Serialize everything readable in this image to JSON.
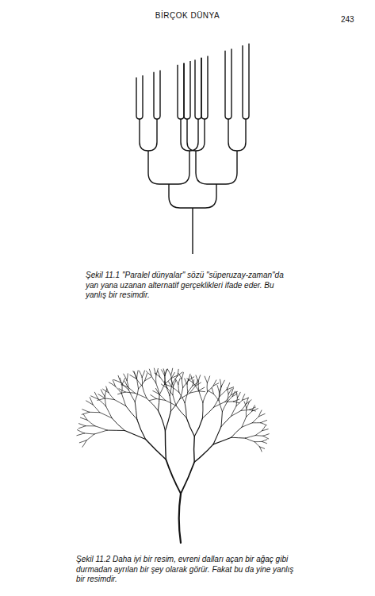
{
  "diagram": {
    "labels": [
      "BİRÇOK DÜNYA",
      "243",
      "Şekil 11.1 \"Paralel dünyalar\" sözü \"süperuzay-zaman\"da yan yana uzanan alternatif gerçeklikleri ifade eder. Bu yanlış bir resimdir.",
      "Şekil 11.2 Daha iyi bir resim, evreni dalları açan bir ağaç gibi durmadan ayrılan bir şey olarak görür. Fakat bu da yine yanlış bir resimdir."
    ]
  }
}
